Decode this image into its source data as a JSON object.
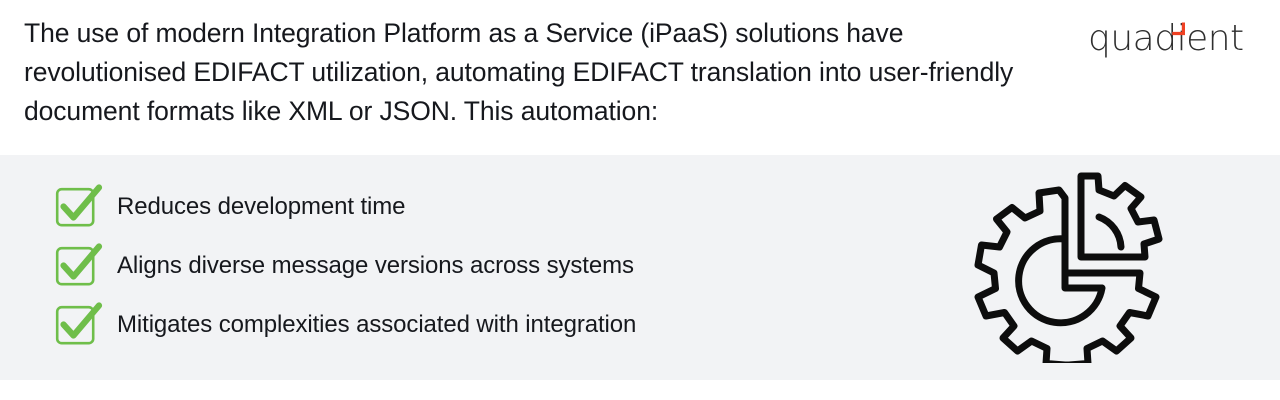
{
  "header": {
    "paragraph": "The use of modern Integration Platform as a Service (iPaaS) solutions have revolutionised EDIFACT utilization, automating EDIFACT translation into user-friendly document formats like XML or JSON. This automation:",
    "logo": {
      "wordmark": "quadient",
      "text_color": "#2f2f2f",
      "accent_color": "#ef4123",
      "accent_shape": "corner-bracket-over-i"
    }
  },
  "panel": {
    "background_color": "#f2f3f5",
    "benefits": [
      {
        "label": "Reduces development time",
        "icon": "checkbox-check-icon"
      },
      {
        "label": "Aligns diverse message versions across systems",
        "icon": "checkbox-check-icon"
      },
      {
        "label": "Mitigates complexities associated with integration",
        "icon": "checkbox-check-icon"
      }
    ],
    "illustration": {
      "icon": "gear-with-detached-quadrant-icon",
      "stroke_color": "#0d0d0d"
    }
  },
  "colors": {
    "check_green": "#6fbe4a",
    "text_dark": "#16181d",
    "panel_gray": "#f2f3f5",
    "page_white": "#ffffff",
    "logo_orange": "#ef4123"
  }
}
